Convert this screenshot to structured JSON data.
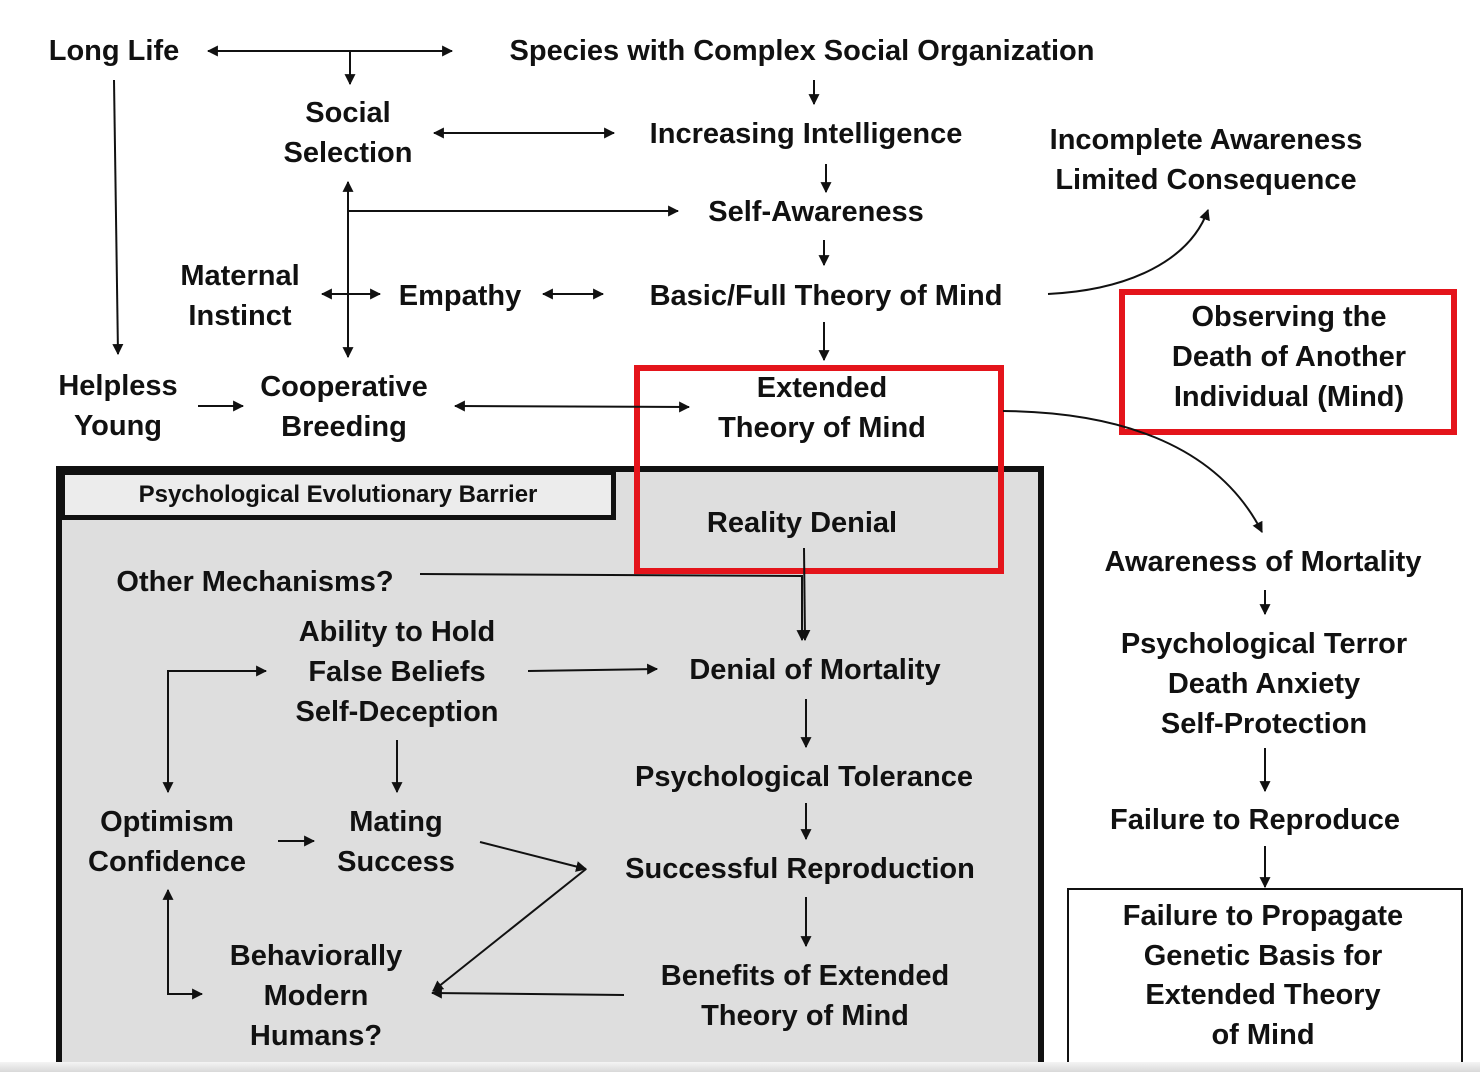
{
  "nodes": {
    "long_life": [
      "Long Life"
    ],
    "species": [
      "Species with Complex Social Organization"
    ],
    "social_selection": [
      "Social",
      "Selection"
    ],
    "increasing_intelligence": [
      "Increasing Intelligence"
    ],
    "incomplete_awareness": [
      "Incomplete Awareness",
      "Limited Consequence"
    ],
    "self_awareness": [
      "Self-Awareness"
    ],
    "maternal_instinct": [
      "Maternal",
      "Instinct"
    ],
    "empathy": [
      "Empathy"
    ],
    "theory_of_mind": [
      "Basic/Full Theory of Mind"
    ],
    "observing_death": [
      "Observing the",
      "Death of Another",
      "Individual (Mind)"
    ],
    "helpless_young": [
      "Helpless",
      "Young"
    ],
    "cooperative_breeding": [
      "Cooperative",
      "Breeding"
    ],
    "extended_tom": [
      "Extended",
      "Theory of Mind"
    ],
    "reality_denial": [
      "Reality Denial"
    ],
    "barrier_title": [
      "Psychological Evolutionary Barrier"
    ],
    "other_mechanisms": [
      "Other Mechanisms?"
    ],
    "false_beliefs": [
      "Ability to Hold",
      "False Beliefs",
      "Self-Deception"
    ],
    "denial_mortality": [
      "Denial of Mortality"
    ],
    "psych_tolerance": [
      "Psychological Tolerance"
    ],
    "optimism": [
      "Optimism",
      "Confidence"
    ],
    "mating_success": [
      "Mating",
      "Success"
    ],
    "successful_reproduction": [
      "Successful Reproduction"
    ],
    "behaviorally_modern": [
      "Behaviorally",
      "Modern",
      "Humans?"
    ],
    "benefits_extended": [
      "Benefits of Extended",
      "Theory of Mind"
    ],
    "awareness_mortality": [
      "Awareness of Mortality"
    ],
    "psych_terror": [
      "Psychological Terror",
      "Death Anxiety",
      "Self-Protection"
    ],
    "failure_reproduce": [
      "Failure to Reproduce"
    ],
    "failure_propagate": [
      "Failure to Propagate",
      "Genetic Basis for",
      "Extended Theory",
      "of Mind"
    ]
  },
  "colors": {
    "highlight": "#e4141b",
    "barrier_fill": "#dedede",
    "ink": "#111111"
  }
}
